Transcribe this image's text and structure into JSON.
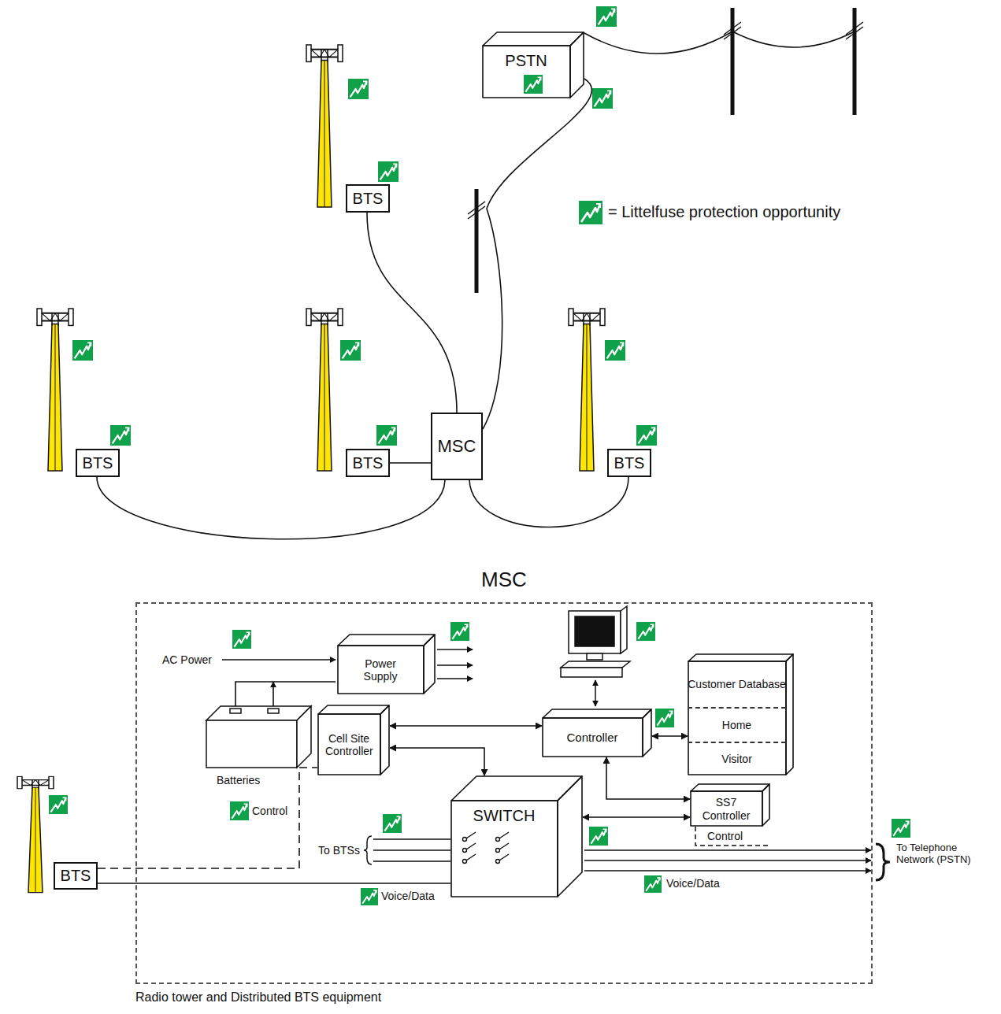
{
  "diagram": {
    "caption": "Radio tower and Distributed BTS equipment",
    "nodes": [
      {
        "text": [
          "PSTN"
        ]
      },
      {
        "text": [
          "BTS"
        ]
      },
      {
        "text": [
          "MSC"
        ]
      },
      {
        "text": [
          "BTS"
        ]
      },
      {
        "text": [
          "BTS"
        ]
      },
      {
        "text": [
          "BTS"
        ]
      },
      {
        "text": [
          "MSC"
        ]
      },
      {
        "text": [
          "Power Supply"
        ],
        "in": 6
      },
      {
        "text": [
          "Controller"
        ],
        "in": 6
      },
      {
        "text": [
          "Customer Database",
          "Home",
          "Visitor"
        ],
        "in": 6
      },
      {
        "text": [
          "Cell Site Controller"
        ],
        "in": 6
      },
      {
        "text": [
          "SWITCH"
        ],
        "in": 6
      },
      {
        "text": [
          "SS7 Controller"
        ],
        "in": 6
      },
      {
        "text": [
          "BTS"
        ]
      }
    ],
    "edges": [
      {
        "from": 1,
        "to": 2,
        "arrow": "none"
      },
      {
        "from": 3,
        "to": 2,
        "arrow": "none"
      },
      {
        "from": 4,
        "to": 2,
        "arrow": "none"
      },
      {
        "from": 5,
        "to": 2,
        "arrow": "none"
      },
      {
        "from": 2,
        "to": 0,
        "arrow": "none"
      },
      {
        "from": 10,
        "to": 8,
        "arrow": "both"
      },
      {
        "from": 10,
        "to": 11,
        "arrow": "both"
      },
      {
        "from": 8,
        "to": 9,
        "arrow": "both"
      },
      {
        "from": 8,
        "to": 12,
        "arrow": "both"
      },
      {
        "from": 11,
        "to": 12,
        "arrow": "both"
      },
      {
        "from": 13,
        "to": 11,
        "arrow": "none"
      },
      {
        "from": 13,
        "to": 10,
        "arrow": "none"
      }
    ],
    "labels": [
      "AC Power",
      "Batteries",
      "Control",
      "Control",
      "To BTSs",
      "Voice/Data",
      "Voice/Data",
      "To Telephone Network (PSTN)"
    ],
    "legend": [
      {
        "text": "= Littelfuse protection opportunity"
      }
    ]
  }
}
